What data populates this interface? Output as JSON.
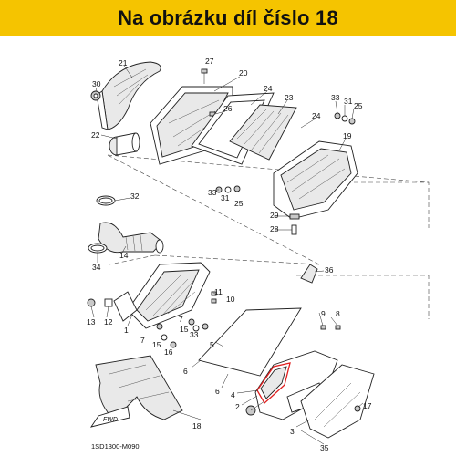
{
  "banner": {
    "text": "Na obrázku díl číslo 18",
    "background": "#f5c400"
  },
  "diagram": {
    "highlight_color": "#e02020",
    "fwd_label": "FWD",
    "drawing_code": "1SD1300-M090",
    "callouts": {
      "c21": "21",
      "c30": "30",
      "c22": "22",
      "c27": "27",
      "c20": "20",
      "c26": "26",
      "c24a": "24",
      "c23": "23",
      "c33a": "33",
      "c31a": "31",
      "c25a": "25",
      "c24b": "24",
      "c19": "19",
      "c33b": "33",
      "c31b": "31",
      "c25b": "25",
      "c29": "29",
      "c28": "28",
      "c32": "32",
      "c14": "14",
      "c34": "34",
      "c36": "36",
      "c11": "11",
      "c10": "10",
      "c13": "13",
      "c12": "12",
      "c1": "1",
      "c7a": "7",
      "c15a": "15",
      "c16": "16",
      "c7b": "7",
      "c15b": "15",
      "c33c": "33",
      "c9": "9",
      "c8": "8",
      "c5": "5",
      "c6a": "6",
      "c6b": "6",
      "c2": "2",
      "c4": "4",
      "c18": "18",
      "c17": "17",
      "c3": "3",
      "c35": "35"
    }
  }
}
